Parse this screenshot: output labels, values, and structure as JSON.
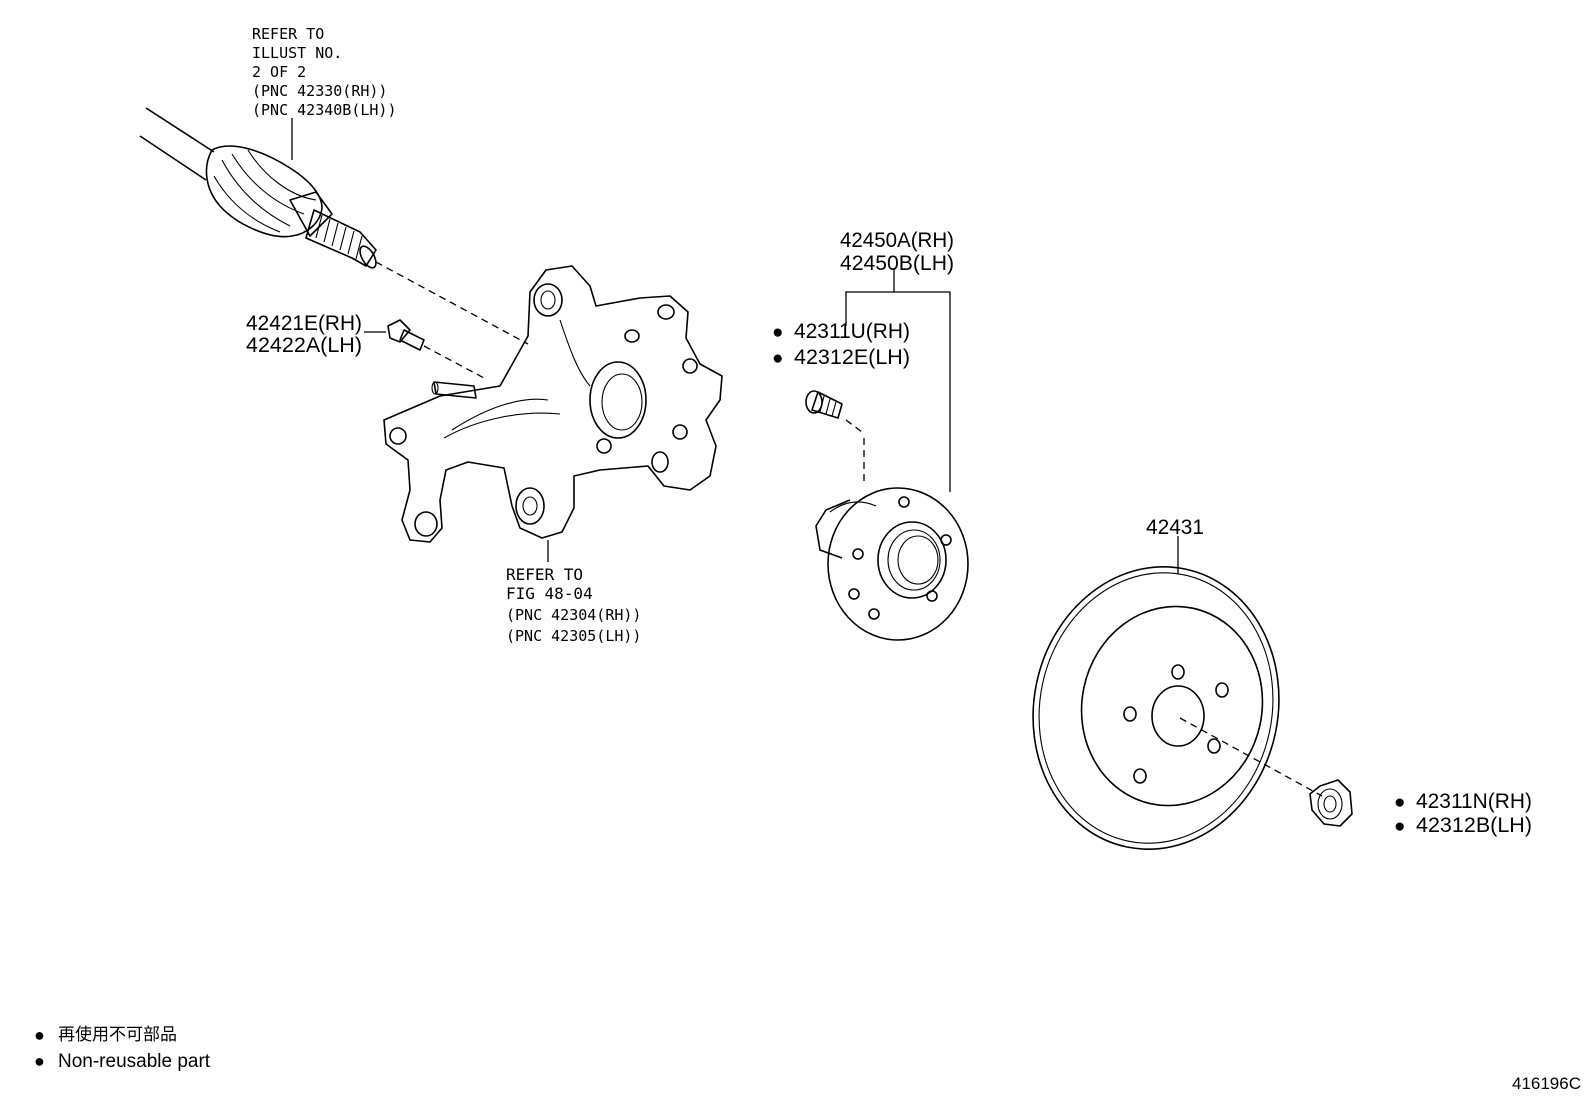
{
  "drive_shaft_note": {
    "lines": [
      "REFER TO",
      "ILLUST NO.",
      "2 OF 2",
      "(PNC 42330(RH))",
      "(PNC 42340B(LH))"
    ]
  },
  "knuckle_note": {
    "lines": [
      "REFER TO",
      "FIG 48-04",
      "(PNC 42304(RH))",
      "(PNC 42305(LH))"
    ]
  },
  "bolt_labels": {
    "rh": "42421E(RH)",
    "lh": "42422A(LH)"
  },
  "hub_labels": {
    "rh": "42450A(RH)",
    "lh": "42450B(LH)"
  },
  "stud_labels": {
    "rh": "42311U(RH)",
    "lh": "42312E(LH)"
  },
  "disc_label": "42431",
  "nut_labels": {
    "rh": "42311N(RH)",
    "lh": "42312B(LH)"
  },
  "non_reusable_marker": "●",
  "legend": {
    "line_cjk": "再使用不可部品",
    "line_en": "Non-reusable part"
  },
  "illustration_number": "416196C"
}
